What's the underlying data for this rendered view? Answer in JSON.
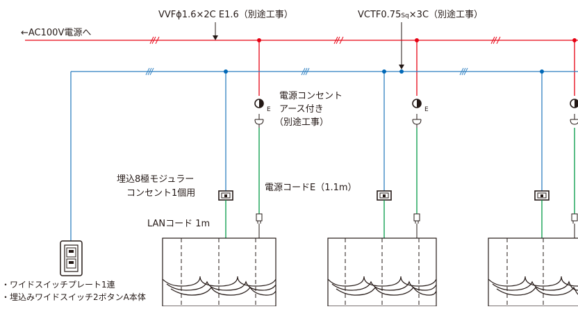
{
  "labels": {
    "vvf": "VVFϕ1.6×2C E1.6（別途工事）",
    "vctf_main": "VCTF0.75",
    "vctf_sq": "Sq",
    "vctf_tail": "×3C（別途工事）",
    "ac_source": "←AC100V電源へ",
    "outlet_line1": "電源コンセント",
    "outlet_line2": "アース付き",
    "outlet_line3": "（別途工事）",
    "modular_line1": "埋込8極モジュラー",
    "modular_line2": "コンセント1個用",
    "power_cord": "電源コードE（1.1m）",
    "lan_cord": "LANコード 1m",
    "note_line1": "・ワイドスイッチプレート1連",
    "note_line2": "・埋込みワイドスイッチ2ボタンA本体",
    "earth_mark": "E"
  },
  "colors": {
    "power_line": "#e60012",
    "signal_line": "#2e7fc0",
    "lan_line": "#009944",
    "outline": "#231815",
    "junction_blue": "#0068b7"
  },
  "units": [
    {
      "name": "unit-1"
    },
    {
      "name": "unit-2"
    },
    {
      "name": "unit-3"
    }
  ]
}
